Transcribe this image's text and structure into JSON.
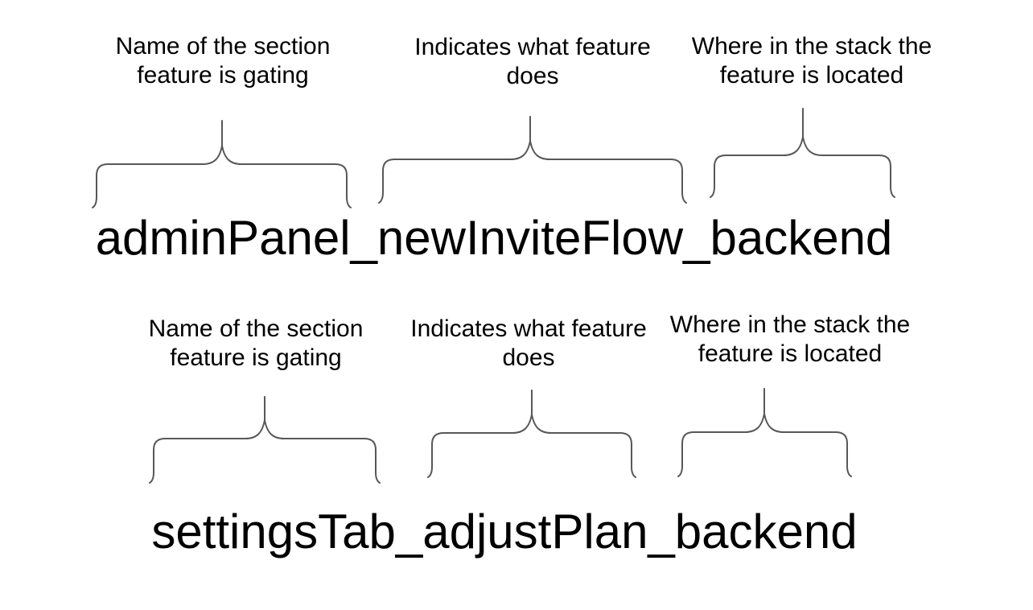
{
  "colors": {
    "background": "#ffffff",
    "text": "#000000",
    "brace_stroke": "#56585a"
  },
  "examples": [
    {
      "flag_name": "adminPanel_newInviteFlow_backend",
      "annotations": [
        {
          "line1": "Name of the section",
          "line2": "feature is gating"
        },
        {
          "line1": "Indicates what feature",
          "line2": "does"
        },
        {
          "line1": "Where in the stack the",
          "line2": "feature is located"
        }
      ]
    },
    {
      "flag_name": "settingsTab_adjustPlan_backend",
      "annotations": [
        {
          "line1": "Name of the section",
          "line2": "feature is gating"
        },
        {
          "line1": "Indicates what feature",
          "line2": "does"
        },
        {
          "line1": "Where in the stack the",
          "line2": "feature is located"
        }
      ]
    }
  ]
}
